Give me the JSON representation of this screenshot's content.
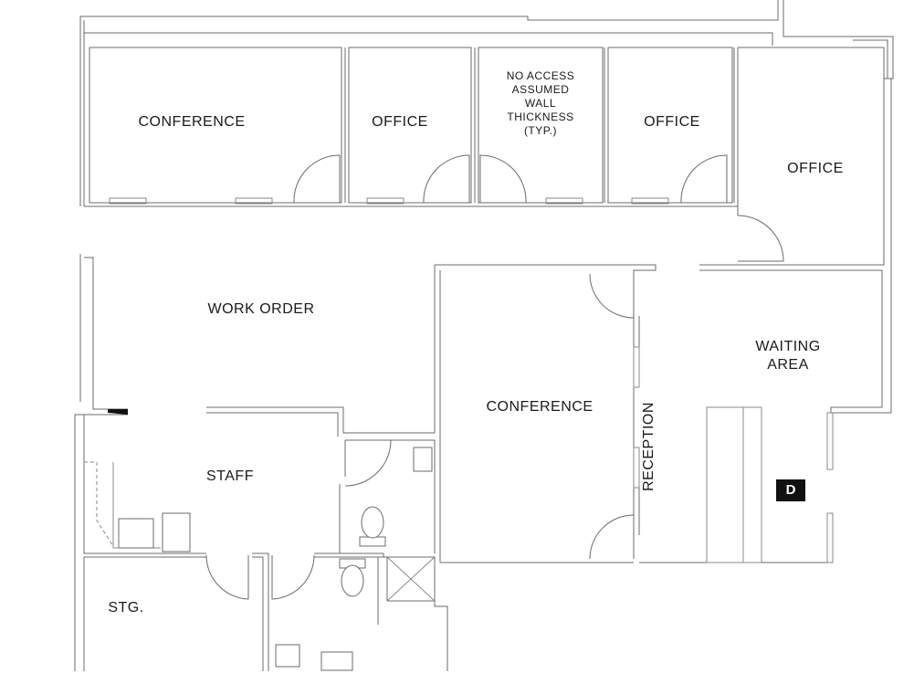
{
  "rooms": {
    "conference_top": "CONFERENCE",
    "office_1": "OFFICE",
    "no_access": "NO ACCESS\nASSUMED\nWALL\nTHICKNESS\n(TYP.)",
    "office_2": "OFFICE",
    "office_3": "OFFICE",
    "work_order": "WORK ORDER",
    "conference_mid": "CONFERENCE",
    "reception": "RECEPTION",
    "waiting_area": "WAITING\nAREA",
    "staff": "STAFF",
    "storage": "STG."
  },
  "marker": {
    "label": "D"
  }
}
